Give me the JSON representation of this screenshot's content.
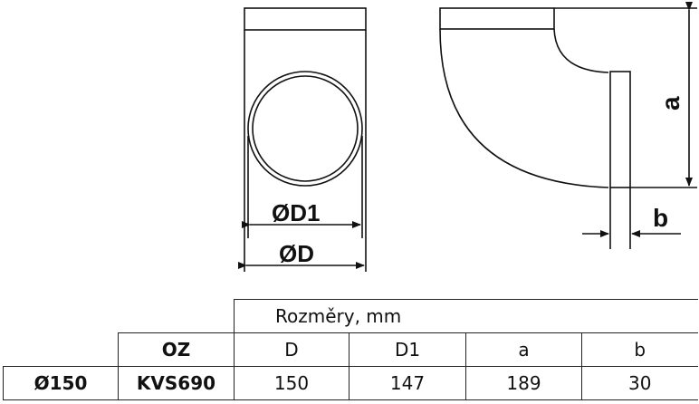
{
  "drawing": {
    "front_view": {
      "label_d1": "ØD1",
      "label_d": "ØD"
    },
    "side_view": {
      "label_a": "a",
      "label_b": "b"
    }
  },
  "table": {
    "group_header": "Rozměry, mm",
    "columns": [
      "OZ",
      "D",
      "D1",
      "a",
      "b"
    ],
    "rows": [
      {
        "size": "Ø150",
        "oz": "KVS690",
        "D": "150",
        "D1": "147",
        "a": "189",
        "b": "30"
      }
    ]
  }
}
